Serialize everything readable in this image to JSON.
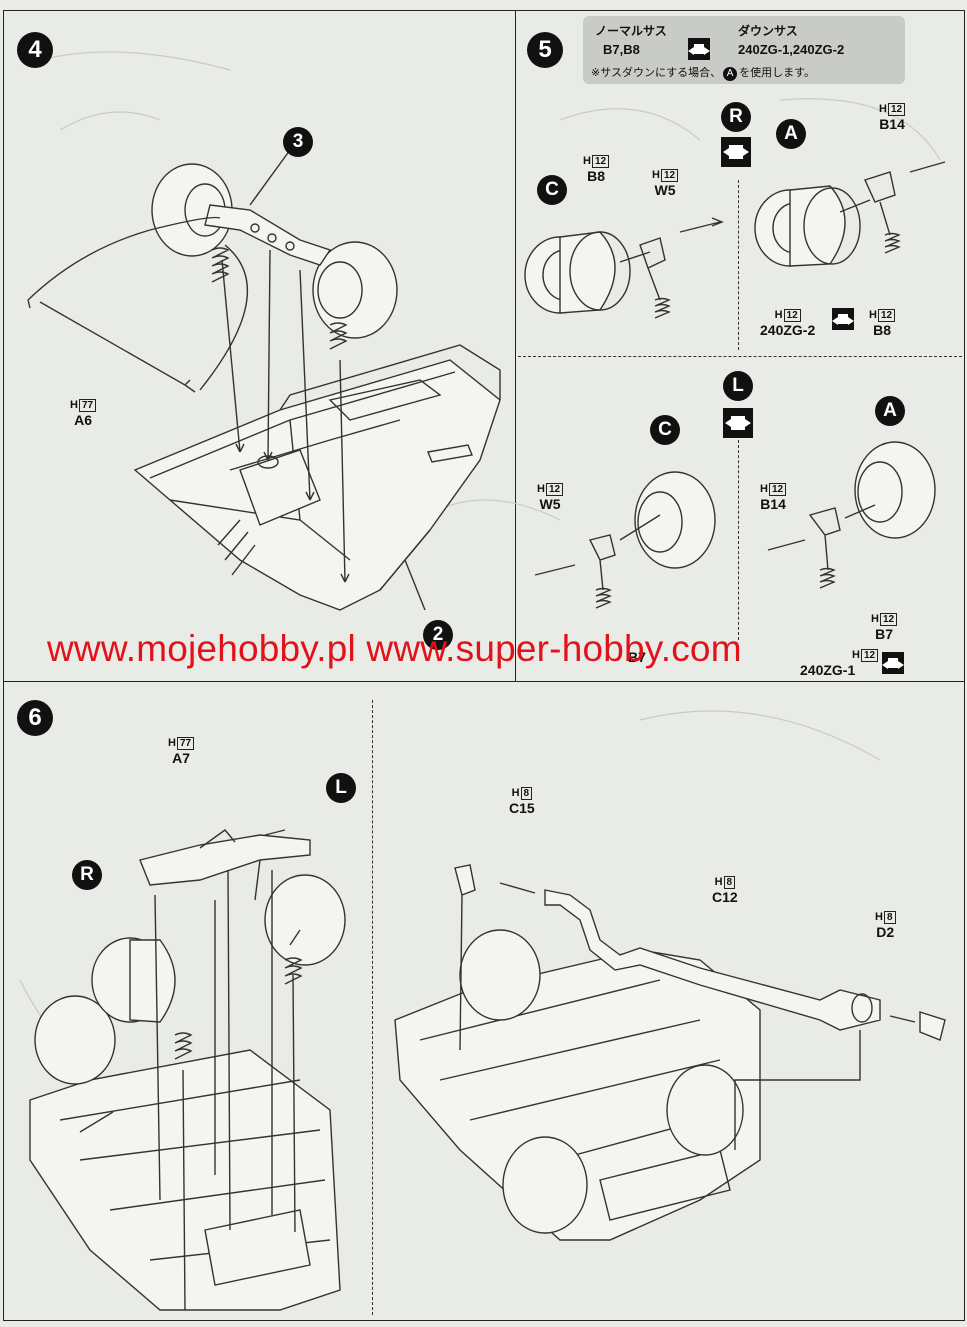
{
  "steps": {
    "s4": "4",
    "s5": "5",
    "s6": "6"
  },
  "step4": {
    "ref3": "3",
    "ref2": "2",
    "partA6": {
      "sprue": "H",
      "sprue_no": "77",
      "part": "A6"
    }
  },
  "step5": {
    "note": {
      "normal_label": "ノーマルサス",
      "normal_parts": "B7,B8",
      "down_label": "ダウンサス",
      "down_parts": "240ZG-1,240ZG-2",
      "hint_pre": "※サスダウンにする場合、",
      "hint_circle": "A",
      "hint_post": "を使用します。"
    },
    "right": {
      "side": "R",
      "wheel_c": "C",
      "wheel_a": "A",
      "b8": {
        "sprue": "H",
        "sprue_no": "12",
        "part": "B8"
      },
      "w5": {
        "sprue": "H",
        "sprue_no": "12",
        "part": "W5"
      },
      "b14": {
        "sprue": "H",
        "sprue_no": "12",
        "part": "B14"
      },
      "zg2": {
        "sprue": "H",
        "sprue_no": "12",
        "part": "240ZG-2"
      },
      "b8b": {
        "sprue": "H",
        "sprue_no": "12",
        "part": "B8"
      }
    },
    "left": {
      "side": "L",
      "wheel_c": "C",
      "wheel_a": "A",
      "w5": {
        "sprue": "H",
        "sprue_no": "12",
        "part": "W5"
      },
      "b14": {
        "sprue": "H",
        "sprue_no": "12",
        "part": "B14"
      },
      "b7": {
        "sprue": "H",
        "sprue_no": "12",
        "part": "B7"
      },
      "b7b": "B7",
      "zg1": {
        "sprue": "H",
        "sprue_no": "12",
        "part": "240ZG-1"
      }
    }
  },
  "step6": {
    "sideR": "R",
    "sideL": "L",
    "a7": {
      "sprue": "H",
      "sprue_no": "77",
      "part": "A7"
    },
    "c15": {
      "sprue": "H",
      "sprue_no": "8",
      "part": "C15"
    },
    "c12": {
      "sprue": "H",
      "sprue_no": "8",
      "part": "C12"
    },
    "d2": {
      "sprue": "H",
      "sprue_no": "8",
      "part": "D2"
    }
  },
  "watermark": "www.mojehobby.pl www.super-hobby.com",
  "colors": {
    "watermark": "#e3121a",
    "page": "#e9ebe6"
  }
}
